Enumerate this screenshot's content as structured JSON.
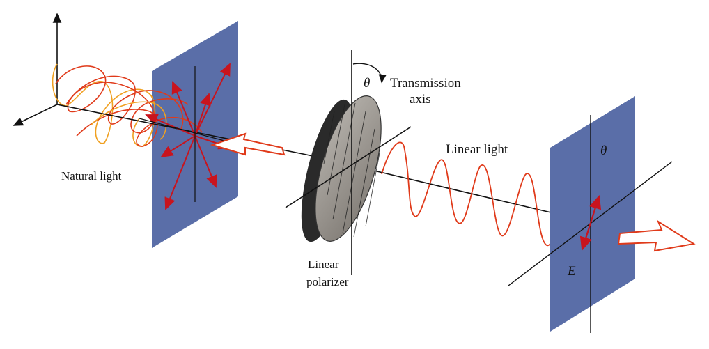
{
  "labels": {
    "natural_light": "Natural light",
    "transmission_axis_line1": "Transmission",
    "transmission_axis_line2": "axis",
    "linear_light": "Linear light",
    "linear_polarizer_line1": "Linear",
    "linear_polarizer_line2": "polarizer",
    "theta_polarizer": "θ",
    "theta_screen": "θ",
    "e_field": "E"
  },
  "colors": {
    "screen": "#5a6ea8",
    "wave_red": "#e03a1a",
    "wave_orange": "#f0a020",
    "vector_red": "#c8141e",
    "axis": "#111111",
    "polarizer_face": "#9a9590",
    "polarizer_edge": "#2a2a2a"
  }
}
